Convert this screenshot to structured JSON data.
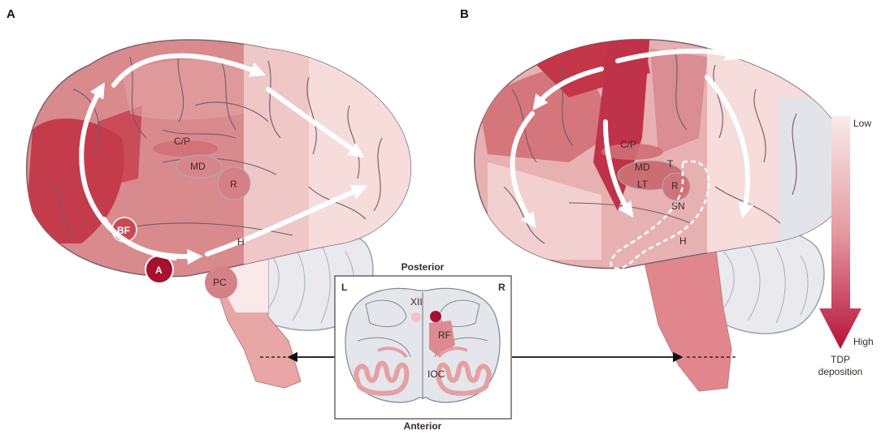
{
  "panel_a": {
    "letter": "A",
    "labels": {
      "cp": "C/P",
      "md": "MD",
      "r": "R",
      "bf": "BF",
      "a": "A",
      "h": "H",
      "pc": "PC"
    }
  },
  "panel_b": {
    "letter": "B",
    "labels": {
      "cp": "C/P",
      "md": "MD",
      "t": "T",
      "lt": "LT",
      "r": "R",
      "sn": "SN",
      "h": "H"
    }
  },
  "inset": {
    "top": "Posterior",
    "bottom": "Anterior",
    "left": "L",
    "right": "R",
    "xii": "XII",
    "rf": "RF",
    "ioc": "IOC"
  },
  "scale": {
    "low": "Low",
    "high": "High",
    "title_line1": "TDP",
    "title_line2": "deposition"
  },
  "colors": {
    "high": "#b5123a",
    "low": "#f6dcdc",
    "mid": "#db8a8f"
  }
}
